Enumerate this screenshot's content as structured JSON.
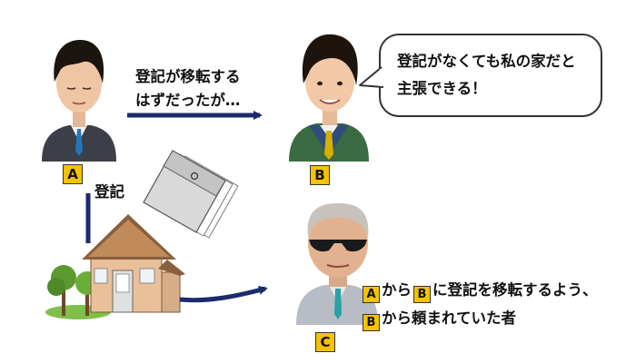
{
  "labels": {
    "a": "A",
    "b": "B",
    "c": "C"
  },
  "arrow_top_text": [
    "登記が移転する",
    "はずだったが…"
  ],
  "registration_label": "登記",
  "speech_bubble": [
    "登記がなくても私の家だと",
    "主張できる！"
  ],
  "c_description": {
    "line1_tag1": "A",
    "line1_mid": "から",
    "line1_tag2": "B",
    "line1_end": "に登記を移転するよう、",
    "line2_tag": "B",
    "line2_end": "から頼まれていた者"
  },
  "colors": {
    "arrow": "#1c2a6e",
    "tag": "#f5c200"
  },
  "icons": [
    "person-a-avatar",
    "person-b-avatar",
    "person-c-avatar",
    "house-icon",
    "document-icon",
    "tree-icon"
  ]
}
